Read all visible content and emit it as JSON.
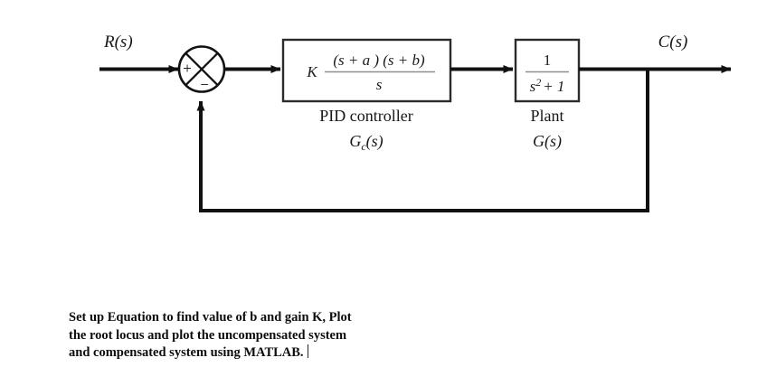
{
  "diagram": {
    "type": "control-system-block-diagram",
    "input_label": "R(s)",
    "output_label": "C(s)",
    "summing_junction": {
      "input_sign": "+",
      "feedback_sign": "−"
    },
    "blocks": [
      {
        "id": "controller",
        "gain": "K",
        "numerator": "(s + a ) (s + b)",
        "denominator": "s",
        "name": "PID controller",
        "symbol_base": "G",
        "symbol_sub": "c",
        "symbol_tail": "(s)"
      },
      {
        "id": "plant",
        "numerator": "1",
        "denominator_base": "s",
        "denominator_sup": "2",
        "denominator_tail": "+ 1",
        "name": "Plant",
        "symbol_base": "G",
        "symbol_sub": "",
        "symbol_tail": "(s)"
      }
    ],
    "feedback": {
      "description": "unity feedback from output to summing junction"
    },
    "colors": {
      "line": "#111111",
      "block_border": "#2b2b2b",
      "background": "#ffffff",
      "text": "#161616"
    }
  },
  "caption": {
    "lines": [
      "Set up Equation to find value of b and gain K, Plot",
      "the root locus and plot the uncompensated system",
      "and compensated system using MATLAB."
    ]
  }
}
